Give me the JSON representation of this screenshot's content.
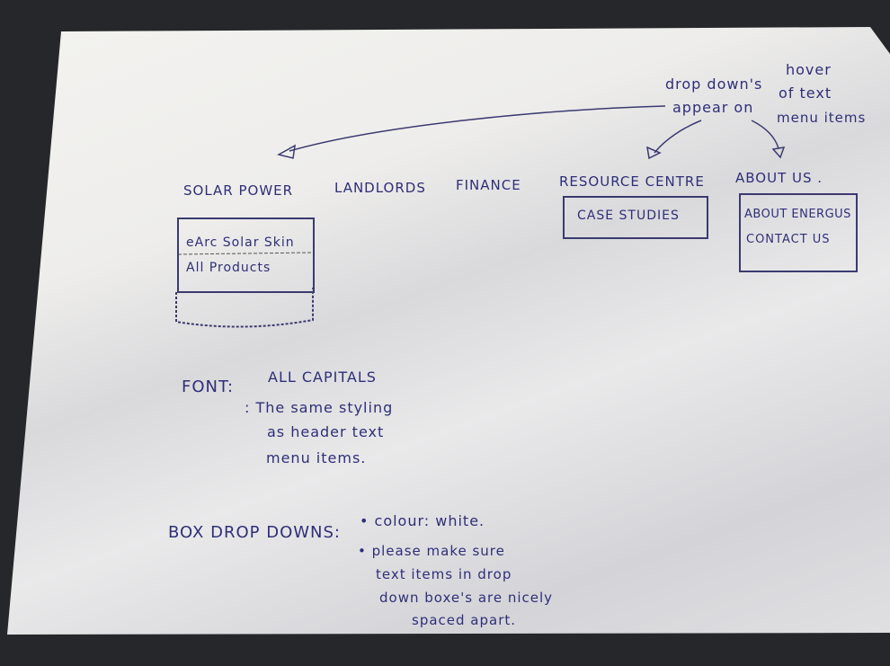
{
  "nav": {
    "items": [
      {
        "label": "SOLAR POWER"
      },
      {
        "label": "LANDLORDS"
      },
      {
        "label": "FINANCE"
      },
      {
        "label": "RESOURCE CENTRE"
      },
      {
        "label": "ABOUT US ."
      }
    ]
  },
  "dropdowns": {
    "solar_power": [
      "eArc Solar Skin",
      "All Products"
    ],
    "resource_centre": [
      "CASE STUDIES"
    ],
    "about_us": [
      "ABOUT ENERGUS",
      "CONTACT US"
    ]
  },
  "annotation": {
    "line1": "drop down's",
    "line2": "appear on",
    "line3": "hover",
    "line4": "of text",
    "line5": "menu items"
  },
  "notes": {
    "font_label": "FONT:",
    "font_1": "ALL CAPITALS",
    "font_2": ": The same styling",
    "font_3": "as header text",
    "font_4": "menu items.",
    "box_label": "BOX DROP DOWNS:",
    "box_1": "• colour: white.",
    "box_2": "• please make sure",
    "box_3": "text items in drop",
    "box_4": "down boxe's are nicely",
    "box_5": "spaced apart."
  },
  "colors": {
    "ink": "#2e2f78",
    "paper": "#eeedeb",
    "background": "#25272a"
  }
}
